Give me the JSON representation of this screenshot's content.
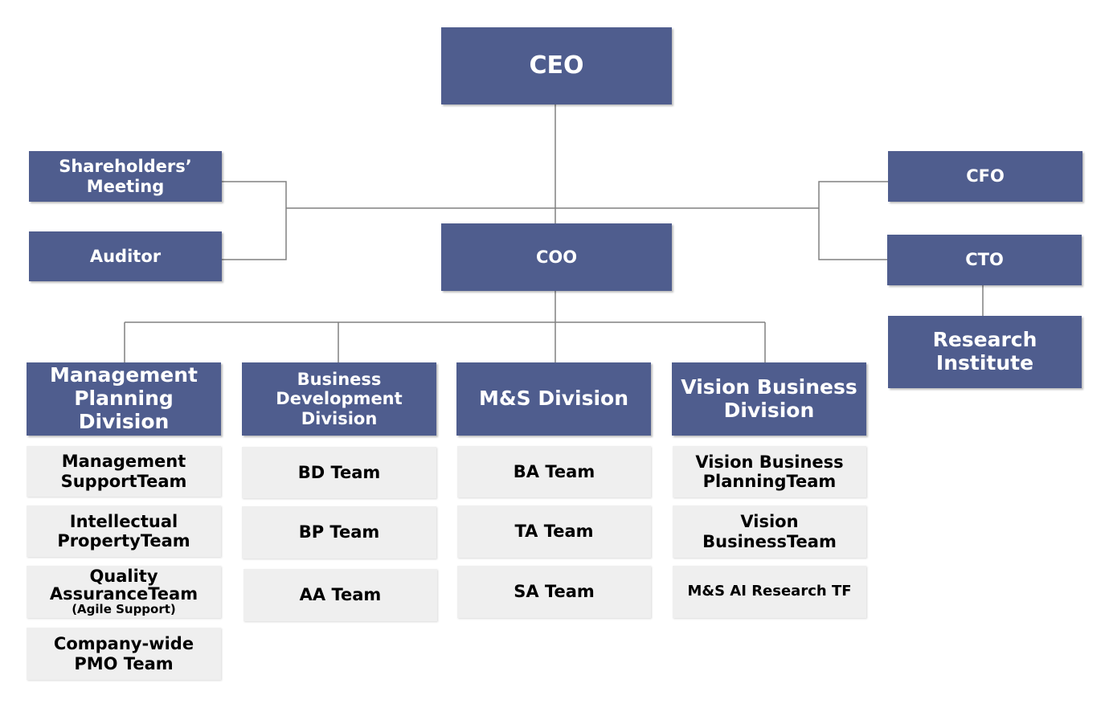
{
  "colors": {
    "executive_box": "#4f5d8e",
    "team_box": "#efefef",
    "connector": "#808080"
  },
  "executives": {
    "ceo": "CEO",
    "coo": "COO",
    "cfo": "CFO",
    "cto": "CTO",
    "shareholders_meeting": "Shareholders’\nMeeting",
    "auditor": "Auditor",
    "research_institute": "Research\nInstitute"
  },
  "divisions": [
    {
      "name": "Management\nPlanning Division",
      "teams": [
        "Management\nSupportTeam",
        "Intellectual\nPropertyTeam",
        "Quality\nAssuranceTeam",
        "Company-wide\nPMO Team"
      ],
      "team_note": "(Agile Support)"
    },
    {
      "name": "Business\nDevelopment\nDivision",
      "teams": [
        "BD Team",
        "BP Team",
        "AA Team"
      ]
    },
    {
      "name": "M&S Division",
      "teams": [
        "BA Team",
        "TA Team",
        "SA Team"
      ]
    },
    {
      "name": "Vision Business\nDivision",
      "teams": [
        "Vision Business\nPlanningTeam",
        "Vision\nBusinessTeam",
        "M&S AI Research TF"
      ]
    }
  ]
}
